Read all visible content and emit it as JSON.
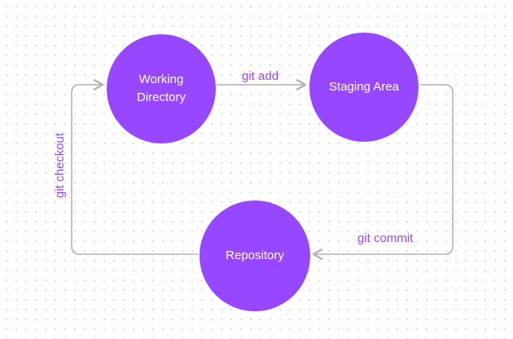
{
  "diagram": {
    "nodes": {
      "working_directory": "Working\nDirectory",
      "staging_area": "Staging Area",
      "repository": "Repository"
    },
    "edges": {
      "add": "git add",
      "commit": "git commit",
      "checkout": "git checkout"
    },
    "colors": {
      "node_fill": "#9747ff",
      "node_text": "#ffffff",
      "edge_label": "#9747ff",
      "edge_line": "#b3b3b3"
    }
  }
}
